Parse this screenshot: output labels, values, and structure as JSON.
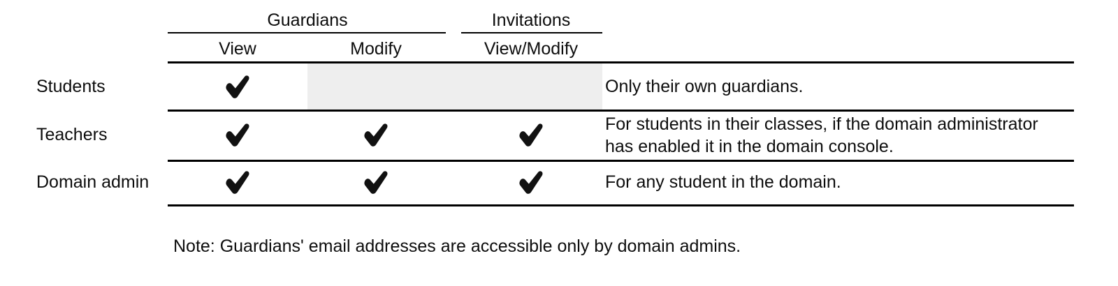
{
  "table": {
    "group_headers": [
      {
        "label": "Guardians"
      },
      {
        "label": "Invitations"
      }
    ],
    "column_headers": [
      {
        "label": "View"
      },
      {
        "label": "Modify"
      },
      {
        "label": "View/Modify"
      }
    ],
    "rows": [
      {
        "role": "Students",
        "guardians_view": "✔",
        "guardians_modify": "",
        "invitations_view_modify": "",
        "description": "Only their own guardians."
      },
      {
        "role": "Teachers",
        "guardians_view": "✔",
        "guardians_modify": "✔",
        "invitations_view_modify": "✔",
        "description_line1": "For students in their classes, if the domain administrator",
        "description_line2": "has enabled it in the domain console."
      },
      {
        "role": "Domain admin",
        "guardians_view": "✔",
        "guardians_modify": "✔",
        "invitations_view_modify": "✔",
        "description": "For any student in the domain."
      }
    ]
  },
  "note": "Note: Guardians' email addresses are accessible only by domain admins.",
  "colors": {
    "rule": "#000000",
    "shaded_cell": "#eeeeee",
    "text": "#0d0d0d",
    "check": "#111111",
    "background": "#ffffff"
  }
}
